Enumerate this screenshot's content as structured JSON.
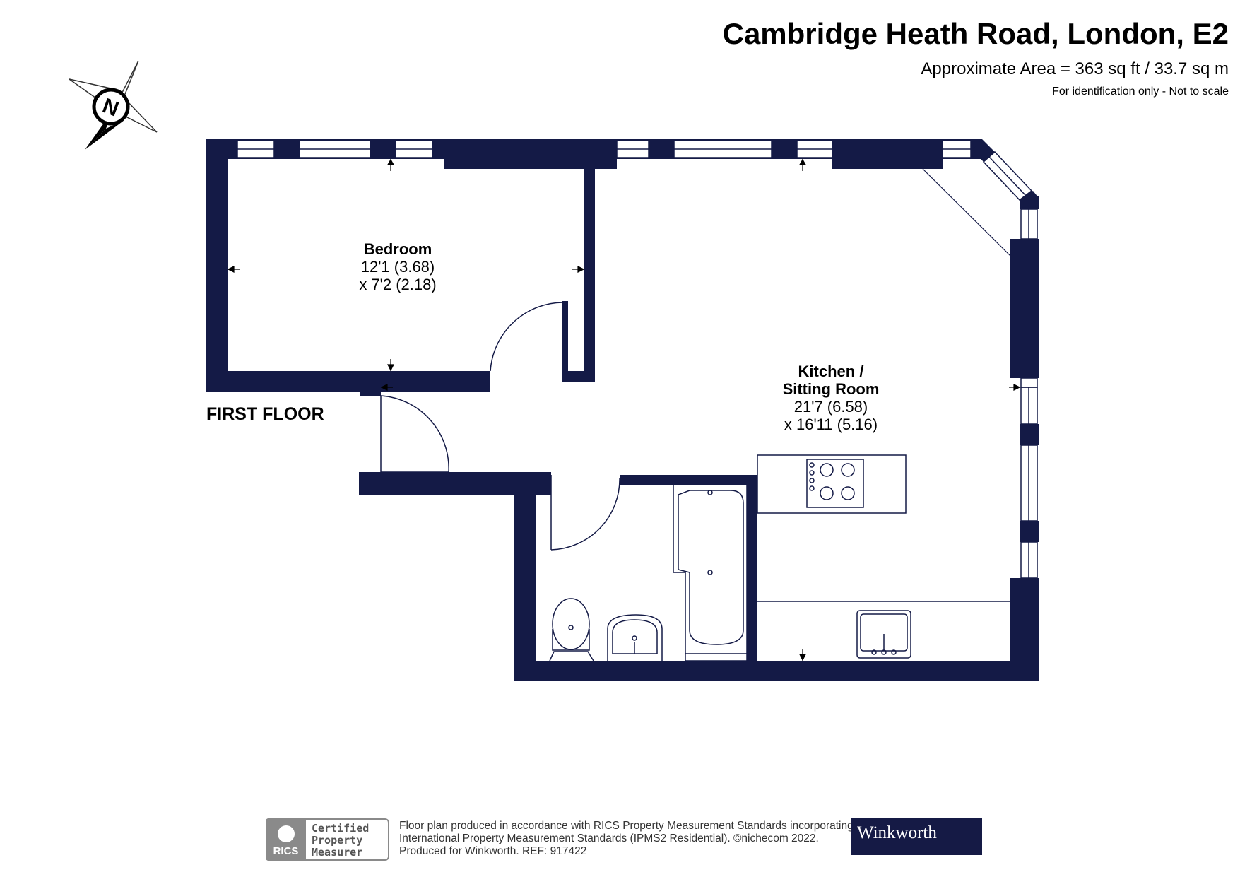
{
  "header": {
    "title": "Cambridge Heath Road, London, E2",
    "area": "Approximate Area = 363 sq ft / 33.7 sq m",
    "note": "For identification only - Not to scale"
  },
  "compass": {
    "letter": "N"
  },
  "floor_label": "FIRST FLOOR",
  "rooms": {
    "bedroom": {
      "name": "Bedroom",
      "dim1": "12'1 (3.68)",
      "dim2": "x 7'2 (2.18)"
    },
    "kitchen": {
      "name1": "Kitchen /",
      "name2": "Sitting Room",
      "dim1": "21'7 (6.58)",
      "dim2": "x 16'11 (5.16)"
    }
  },
  "footer": {
    "line1": "Floor plan produced in accordance with RICS Property Measurement Standards incorporating",
    "line2": "International Property Measurement Standards (IPMS2 Residential).   ©nichecom 2022.",
    "line3": "Produced for Winkworth.    REF:  917422",
    "rics_short": "RICS",
    "rics_badge": [
      "Certified",
      "Property",
      "Measurer"
    ],
    "brand": "Winkworth"
  },
  "colors": {
    "wall": "#141a46",
    "text": "#000000",
    "grey": "#8a8a8a"
  }
}
